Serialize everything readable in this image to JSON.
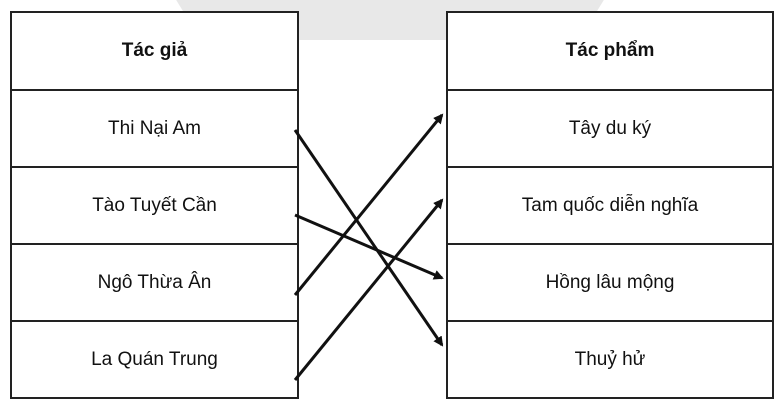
{
  "left": {
    "header": "Tác giả",
    "items": [
      "Thi Nại Am",
      "Tào Tuyết Cần",
      "Ngô Thừa Ân",
      "La Quán Trung"
    ]
  },
  "right": {
    "header": "Tác phẩm",
    "items": [
      "Tây du ký",
      "Tam quốc diễn nghĩa",
      "Hồng lâu mộng",
      "Thuỷ hử"
    ]
  },
  "links": [
    {
      "from": 0,
      "to": 3
    },
    {
      "from": 1,
      "to": 2
    },
    {
      "from": 2,
      "to": 0
    },
    {
      "from": 3,
      "to": 1
    }
  ]
}
